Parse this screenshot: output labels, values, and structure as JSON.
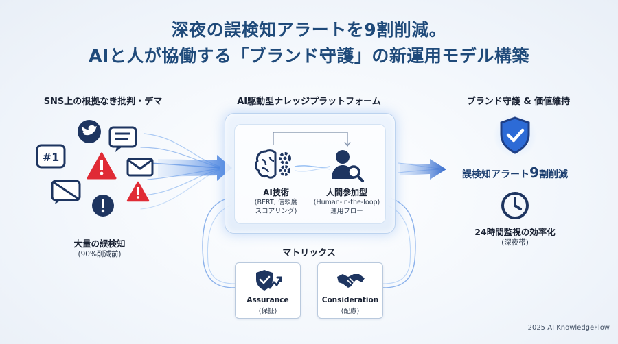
{
  "title": {
    "line1": "深夜の誤検知アラートを9割削減。",
    "line2": "AIと人が協働する「ブランド守護」の新運用モデル構築"
  },
  "left": {
    "heading": "SNS上の根拠なき批判・デマ",
    "label": "大量の誤検知",
    "sub": "(90%削減前)",
    "icons": [
      "bird-icon",
      "chat-bubble-icon",
      "hashtag-icon",
      "warning-icon",
      "mail-icon",
      "warning-icon",
      "muted-chat-icon",
      "alert-icon"
    ]
  },
  "center": {
    "heading": "AI駆動型ナレッジプラットフォーム",
    "ai": {
      "label": "AI技術",
      "sub1": "(BERT, 信頼度",
      "sub2": "スコアリング)",
      "icon": "brain-gear-icon"
    },
    "human": {
      "label": "人間参加型",
      "sub1": "(Human-in-the-loop)",
      "sub2": "運用フロー",
      "icon": "person-search-icon"
    }
  },
  "matrix": {
    "heading": "マトリックス",
    "assurance": {
      "label": "Assurance",
      "sub": "(保証)",
      "icon": "shield-check-growth-icon"
    },
    "consideration": {
      "label": "Consideration",
      "sub": "(配慮)",
      "icon": "handshake-icon"
    }
  },
  "right": {
    "heading": "ブランド守護 & 価値維持",
    "main_prefix": "誤検知アラート",
    "main_number": "9",
    "main_suffix": "割削減",
    "label": "24時間監視の効率化",
    "sub": "(深夜帯)",
    "icons": [
      "shield-check-icon",
      "clock-icon"
    ]
  },
  "footer": "2025 AI KnowledgeFlow",
  "colors": {
    "title": "#1f4a7a",
    "accent_blue": "#2d6bd6",
    "alert_red": "#e02b35",
    "icon_navy": "#1e3560"
  }
}
